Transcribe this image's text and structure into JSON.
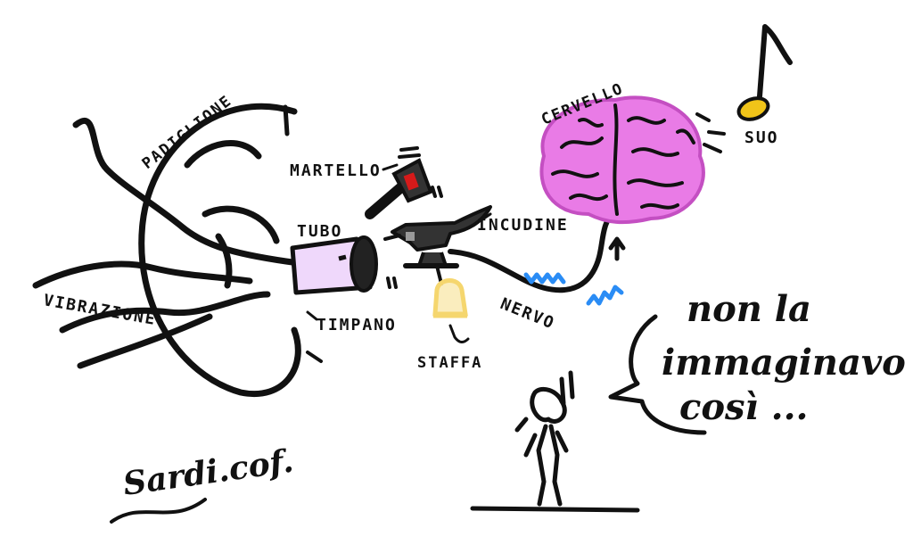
{
  "labels": {
    "padiglione": "PADIGLIONE",
    "martello": "MARTELLO",
    "tubo": "TUBO",
    "incudine": "INCUDINE",
    "cervello": "CERVELLO",
    "suo": "SUO",
    "vibrazione": "VIBRAZIONE",
    "timpano": "TIMPANO",
    "staffa": "STAFFA",
    "nervo": "NERVO"
  },
  "speech_bubble": {
    "line1": "non la",
    "line2": "immaginavo",
    "line3": "così ..."
  },
  "signature": "Sardi.cof.",
  "colors": {
    "ink": "#111111",
    "brain": "#e97be6",
    "brain_shadow": "#c44fc2",
    "tube": "#efd8fb",
    "hammer_red": "#d61a1a",
    "stirrup": "#f5d66e",
    "note_gold": "#f0c419",
    "vibration_blue": "#2a8cf5"
  },
  "icons": {
    "note": "music-note-icon",
    "person": "stick-figure-icon"
  }
}
